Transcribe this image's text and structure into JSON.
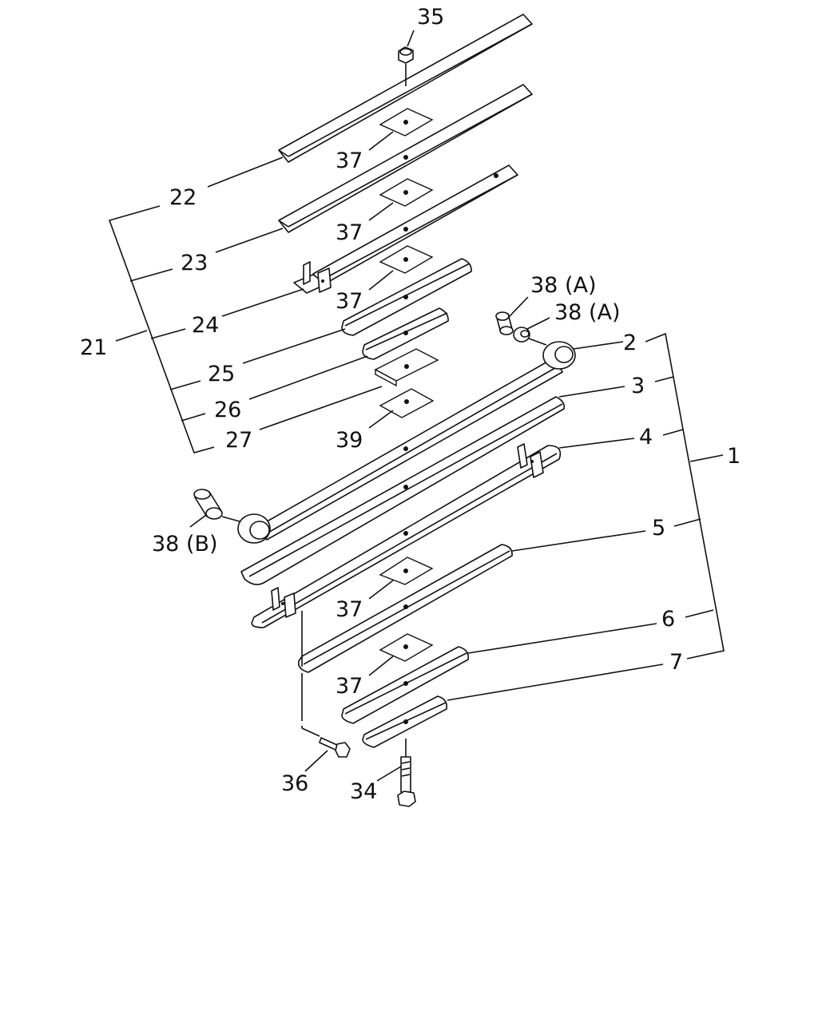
{
  "labels": {
    "l35": "35",
    "l37a": "37",
    "l37b": "37",
    "l37c": "37",
    "l37d": "37",
    "l37e": "37",
    "l22": "22",
    "l23": "23",
    "l24": "24",
    "l25": "25",
    "l26": "26",
    "l27": "27",
    "l39": "39",
    "l21": "21",
    "l38a1": "38 (A)",
    "l38a2": "38 (A)",
    "l38b": "38 (B)",
    "l2": "2",
    "l3": "3",
    "l4": "4",
    "l5": "5",
    "l6": "6",
    "l7": "7",
    "l1": "1",
    "l36": "36",
    "l34": "34"
  }
}
